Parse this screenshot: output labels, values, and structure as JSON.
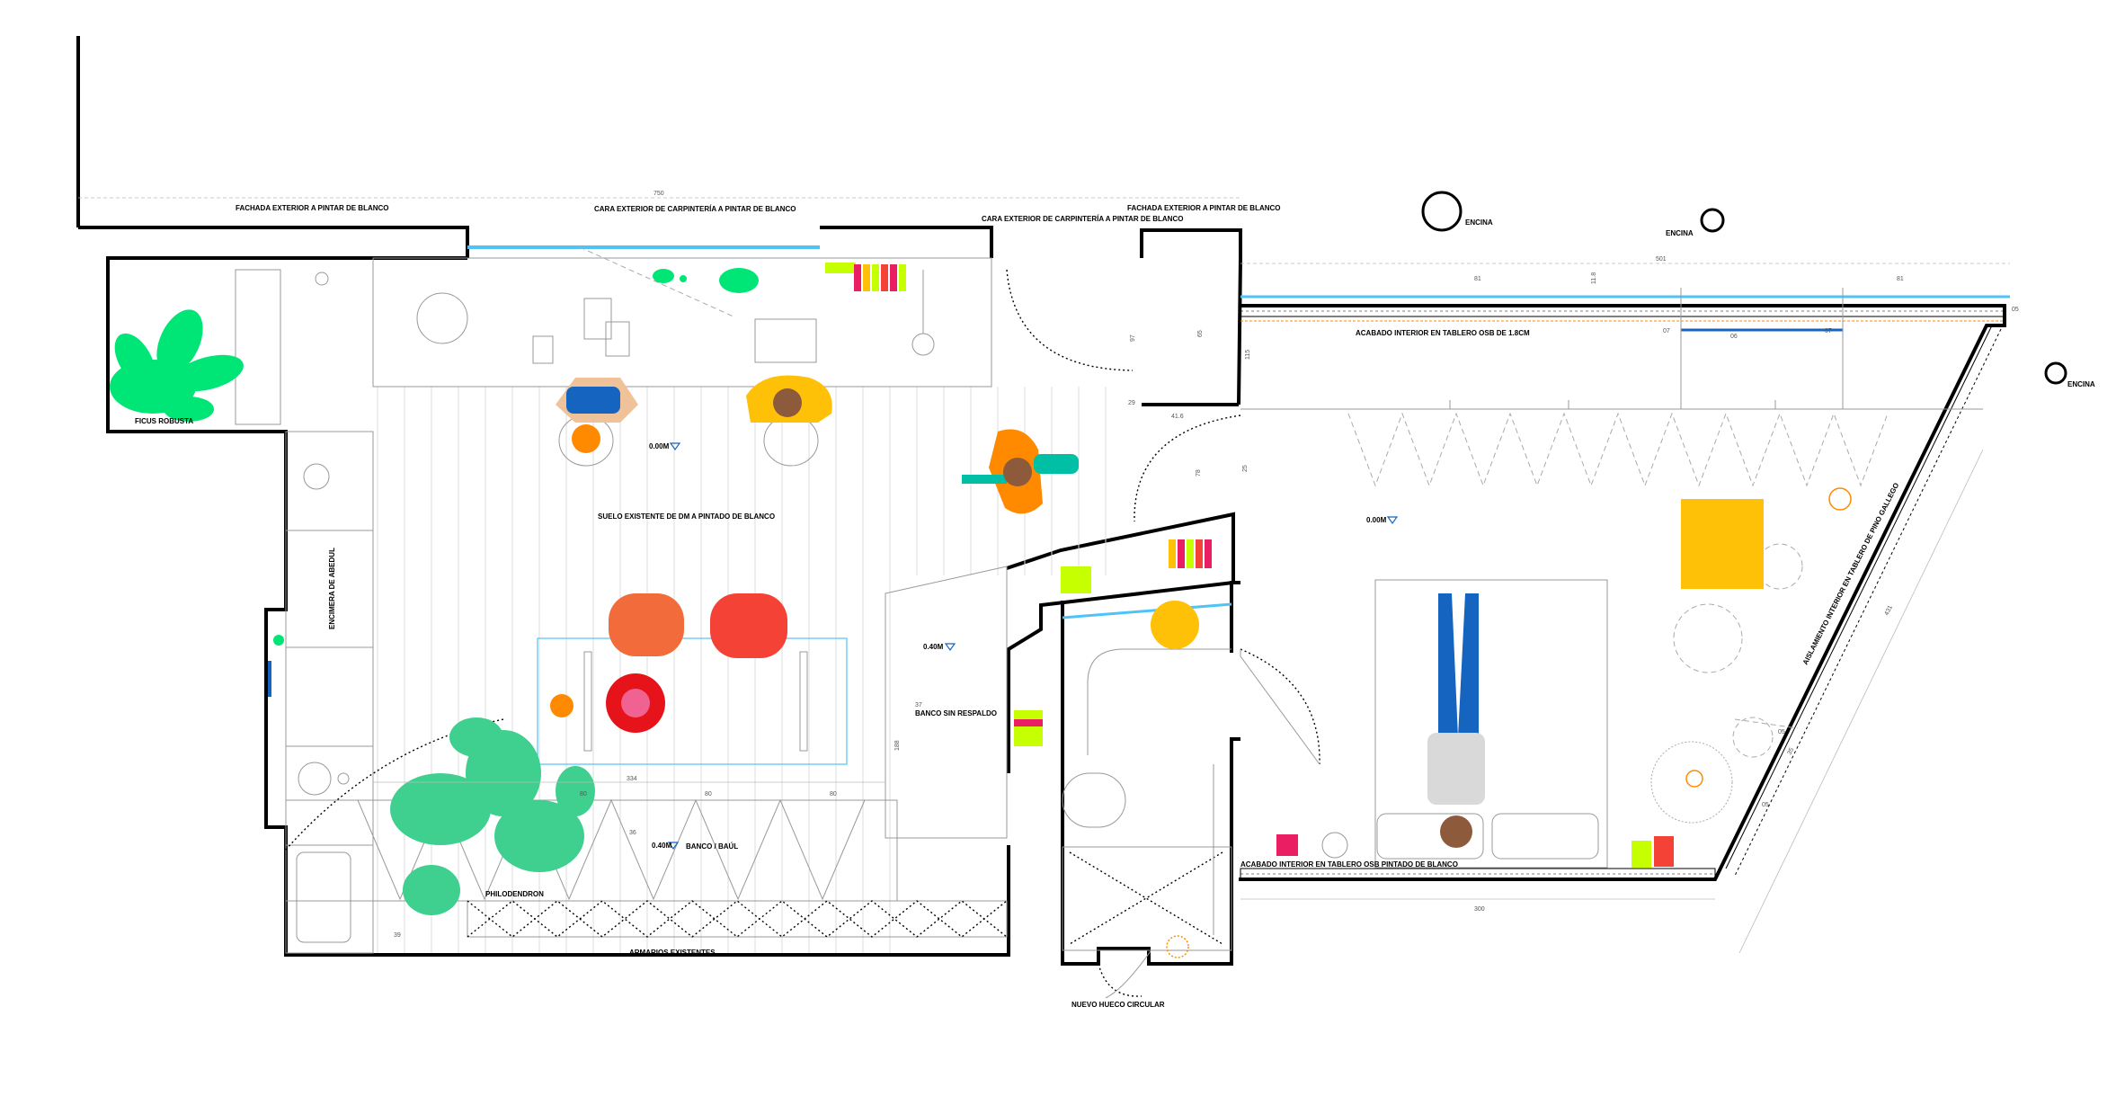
{
  "labels": {
    "fachada_1": "FACHADA EXTERIOR A PINTAR DE BLANCO",
    "carpinteria_1": "CARA EXTERIOR DE CARPINTERÍA A PINTAR DE BLANCO",
    "carpinteria_2": "CARA EXTERIOR DE CARPINTERÍA A PINTAR DE BLANCO",
    "fachada_2": "FACHADA EXTERIOR A PINTAR DE BLANCO",
    "encina_1": "ENCINA",
    "encina_2": "ENCINA",
    "encina_3": "ENCINA",
    "acabado_osb_top": "ACABADO INTERIOR EN TABLERO OSB DE 1.8CM",
    "acabado_osb_bottom": "ACABADO INTERIOR EN TABLERO OSB PINTADO DE BLANCO",
    "aislamiento": "AISLAMIENTO INTERIOR EN TABLERO DE PINO GALLEGO",
    "ficus": "FICUS ROBUSTA",
    "encimera": "ENCIMERA DE ABEDUL",
    "suelo": "SUELO EXISTENTE DE DM A PINTADO DE BLANCO",
    "banco_sin_respaldo": "BANCO SIN RESPALDO",
    "banco_baul": "BANCO / BAÚL",
    "philodendron": "PHILODENDRON",
    "armarios": "ARMARIOS EXISTENTES",
    "hueco": "NUEVO HUECO CIRCULAR"
  },
  "levels": {
    "living": "0.00M",
    "bench": "0.40M",
    "bench2": "0.40M",
    "bedroom": "0.00M"
  },
  "dimensions": {
    "d750": "750",
    "d501": "501",
    "d81a": "81",
    "d118": "11.8",
    "d81b": "81",
    "d07a": "07",
    "d06": "06",
    "d07b": "07",
    "d05a": "05",
    "d05b": "05",
    "d115": "115",
    "d65": "65",
    "d97": "97",
    "d29": "29",
    "d416": "41.6",
    "d78": "78",
    "d25": "25",
    "d37": "37",
    "d188": "188",
    "d334": "334",
    "d80a": "80",
    "d80b": "80",
    "d80c": "80",
    "d36": "36",
    "d39": "39",
    "d300": "300",
    "d431": "431",
    "d35": "35",
    "d05c": "05"
  },
  "colors": {
    "plant_green": "#00e676",
    "monstera_green": "#3fcf8e",
    "glass_blue": "#4fc3f7",
    "accent_blue": "#1565c0",
    "orange": "#ff8a00",
    "yellow": "#ffc107",
    "red": "#f44336",
    "coral": "#f26b3a",
    "magenta": "#e91e63",
    "lime": "#c6ff00"
  }
}
